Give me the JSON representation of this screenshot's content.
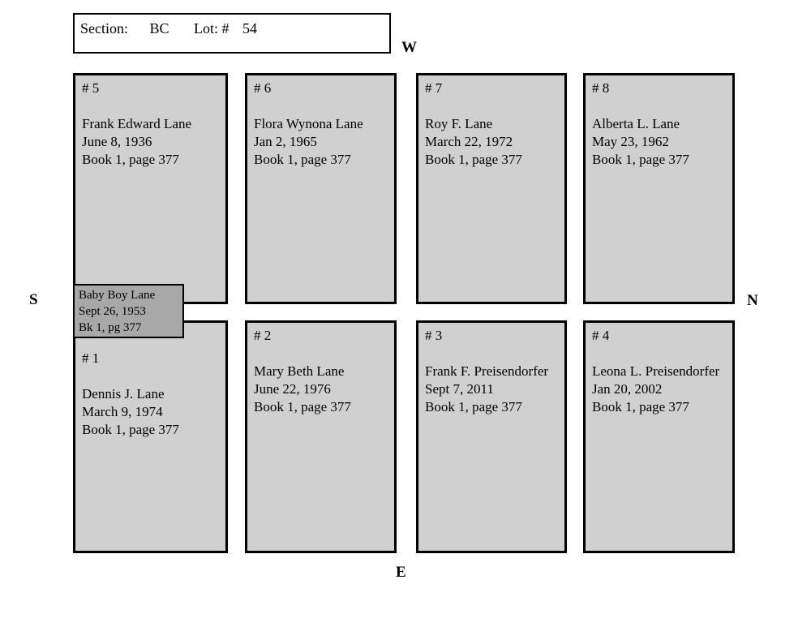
{
  "header": {
    "section_label": "Section:",
    "section_value": "BC",
    "lot_label": "Lot: #",
    "lot_value": "54"
  },
  "compass": {
    "west": "W",
    "south": "S",
    "north": "N",
    "east": "E"
  },
  "plots": [
    {
      "number": "# 5",
      "name": "Frank Edward Lane",
      "date": "June 8, 1936",
      "book": "Book 1, page 377"
    },
    {
      "number": "# 6",
      "name": "Flora Wynona Lane",
      "date": "Jan 2, 1965",
      "book": "Book 1, page 377"
    },
    {
      "number": "# 7",
      "name": "Roy F. Lane",
      "date": "March 22, 1972",
      "book": "Book 1, page 377"
    },
    {
      "number": "# 8",
      "name": "Alberta L. Lane",
      "date": "May 23, 1962",
      "book": "Book 1, page 377"
    },
    {
      "number": "# 1",
      "name": "Dennis J. Lane",
      "date": "March 9, 1974",
      "book": "Book 1, page 377"
    },
    {
      "number": "# 2",
      "name": "Mary Beth Lane",
      "date": "June 22, 1976",
      "book": "Book 1, page 377"
    },
    {
      "number": "# 3",
      "name": "Frank F. Preisendorfer",
      "date": "Sept 7, 2011",
      "book": "Book 1, page 377"
    },
    {
      "number": "# 4",
      "name": "Leona L. Preisendorfer",
      "date": "Jan 20, 2002",
      "book": "Book 1, page 377"
    }
  ],
  "infant_marker": {
    "name": "Baby Boy Lane",
    "date": "Sept 26, 1953",
    "book": "Bk 1, pg 377"
  },
  "colors": {
    "page_bg": "#ffffff",
    "plot_fill": "#d0d0d0",
    "marker_fill": "#a8a8a8",
    "border": "#000000"
  }
}
